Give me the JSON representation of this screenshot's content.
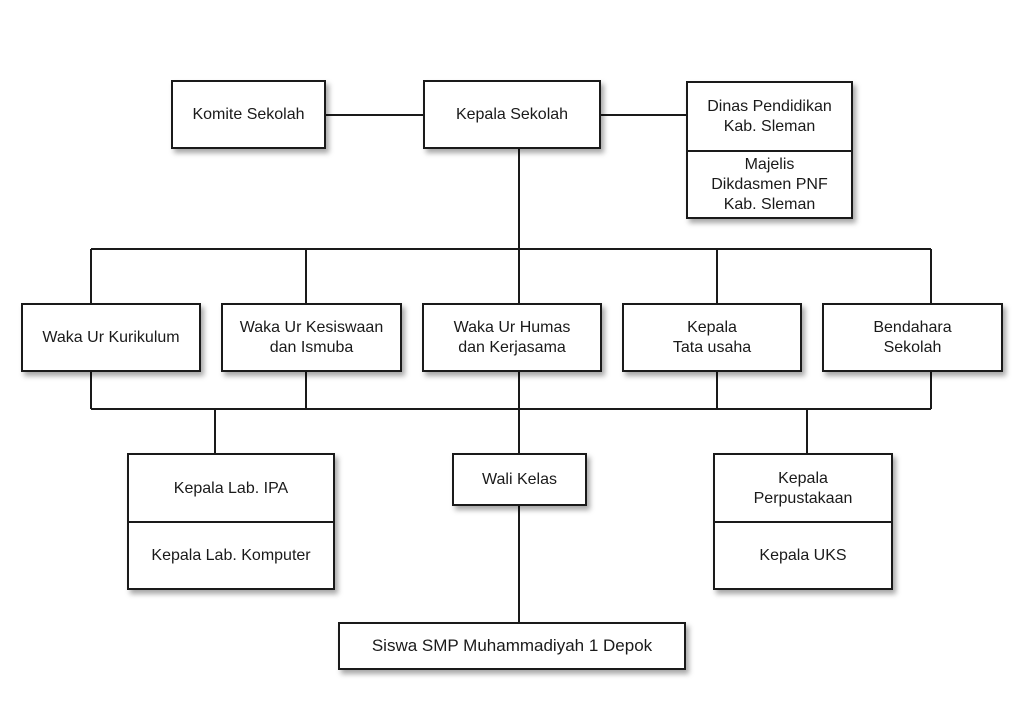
{
  "nodes": {
    "komite_sekolah": "Komite Sekolah",
    "kepala_sekolah": "Kepala Sekolah",
    "dinas_pendidikan": [
      "Dinas Pendidikan",
      "Kab. Sleman"
    ],
    "majelis_dikdasmen": [
      "Majelis",
      "Dikdasmen PNF",
      "Kab. Sleman"
    ],
    "waka_kurikulum": "Waka Ur Kurikulum",
    "waka_kesiswaan": [
      "Waka Ur Kesiswaan",
      "dan Ismuba"
    ],
    "waka_humas": [
      "Waka Ur Humas",
      "dan Kerjasama"
    ],
    "kepala_tata_usaha": [
      "Kepala",
      "Tata usaha"
    ],
    "bendahara_sekolah": [
      "Bendahara",
      "Sekolah"
    ],
    "kepala_lab_ipa": "Kepala Lab. IPA",
    "kepala_lab_komputer": "Kepala Lab. Komputer",
    "wali_kelas": "Wali Kelas",
    "kepala_perpustakaan": [
      "Kepala",
      "Perpustakaan"
    ],
    "kepala_uks": "Kepala UKS",
    "siswa": "Siswa SMP Muhammadiyah 1 Depok"
  }
}
